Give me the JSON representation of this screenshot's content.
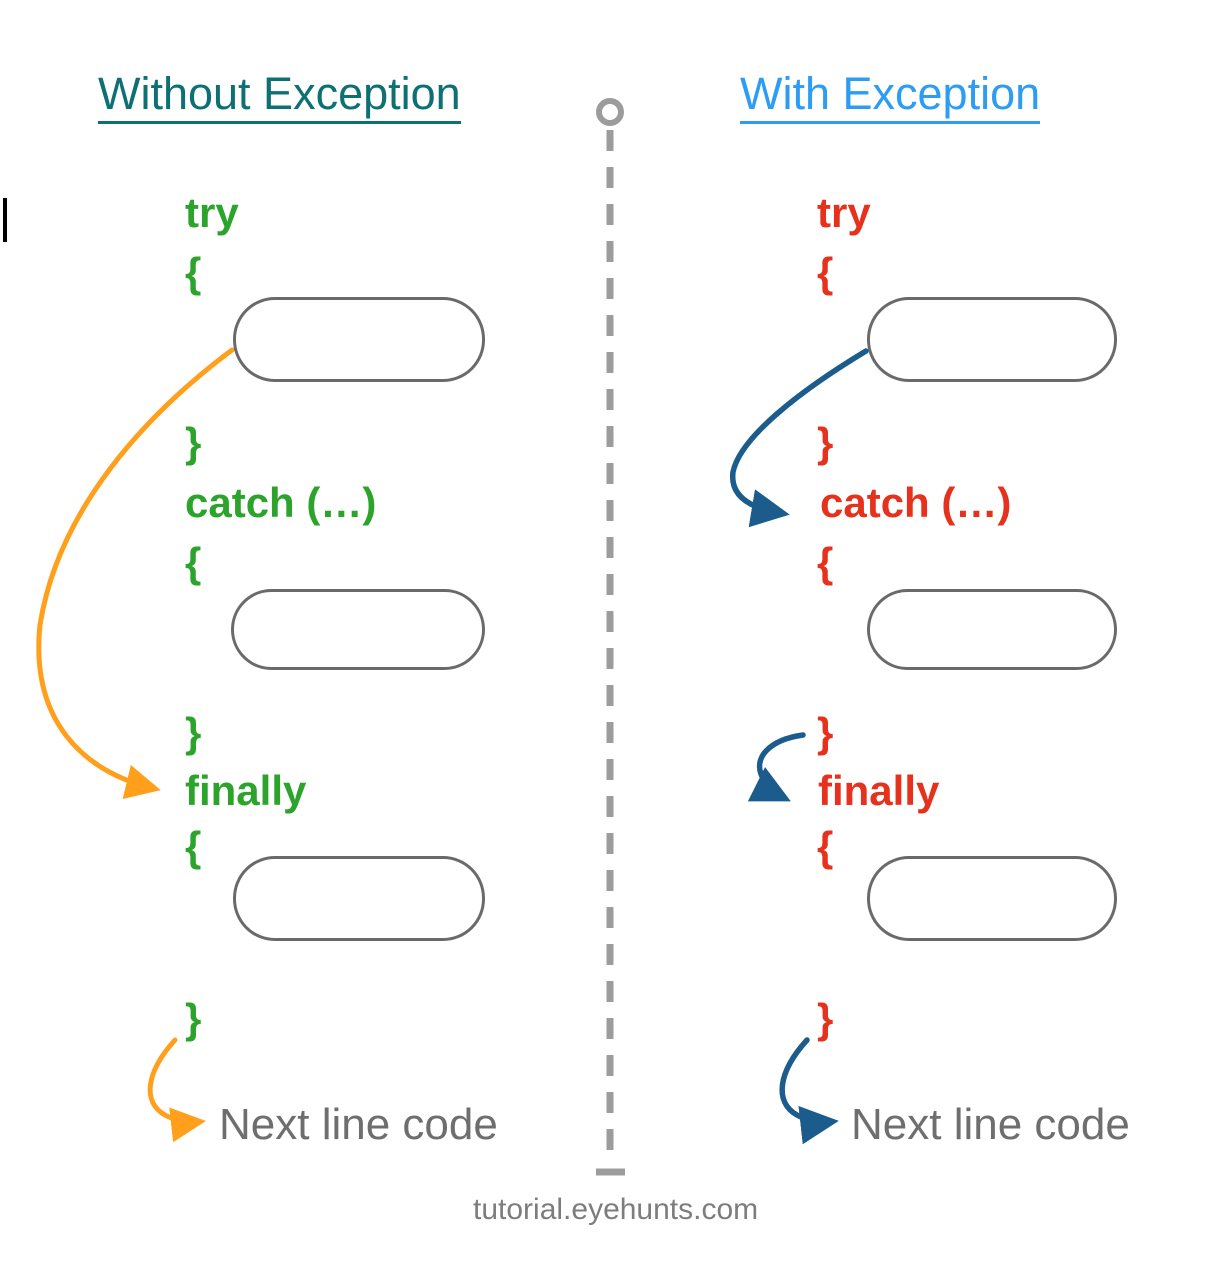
{
  "colors": {
    "teal": "#0D7073",
    "blue-link": "#2D9CF5",
    "green": "#2CA42C",
    "red": "#E6311D",
    "orange": "#FF9F1C",
    "dark-blue": "#1B5C8D",
    "gray-box": "#6A6A6A",
    "gray-text": "#6E6E6E",
    "gray-divider": "#9C9C9C",
    "gray-watermark": "#7D7D7D"
  },
  "left": {
    "title": "Without Exception",
    "tokens": {
      "kw_try": "try",
      "brace_open_try": "{",
      "brace_close_try": "}",
      "kw_catch": "catch (…)",
      "brace_open_catch": "{",
      "brace_close_catch": "}",
      "kw_finally": "finally",
      "brace_open_finally": "{",
      "brace_close_finally": "}"
    },
    "next_line_label": "Next line code"
  },
  "right": {
    "title": "With Exception",
    "tokens": {
      "kw_try": "try",
      "brace_open_try": "{",
      "brace_close_try": "}",
      "kw_catch": "catch (…)",
      "brace_open_catch": "{",
      "brace_close_catch": "}",
      "kw_finally": "finally",
      "brace_open_finally": "{",
      "brace_close_finally": "}"
    },
    "next_line_label": "Next line code"
  },
  "footer": {
    "watermark": "tutorial.eyehunts.com"
  }
}
